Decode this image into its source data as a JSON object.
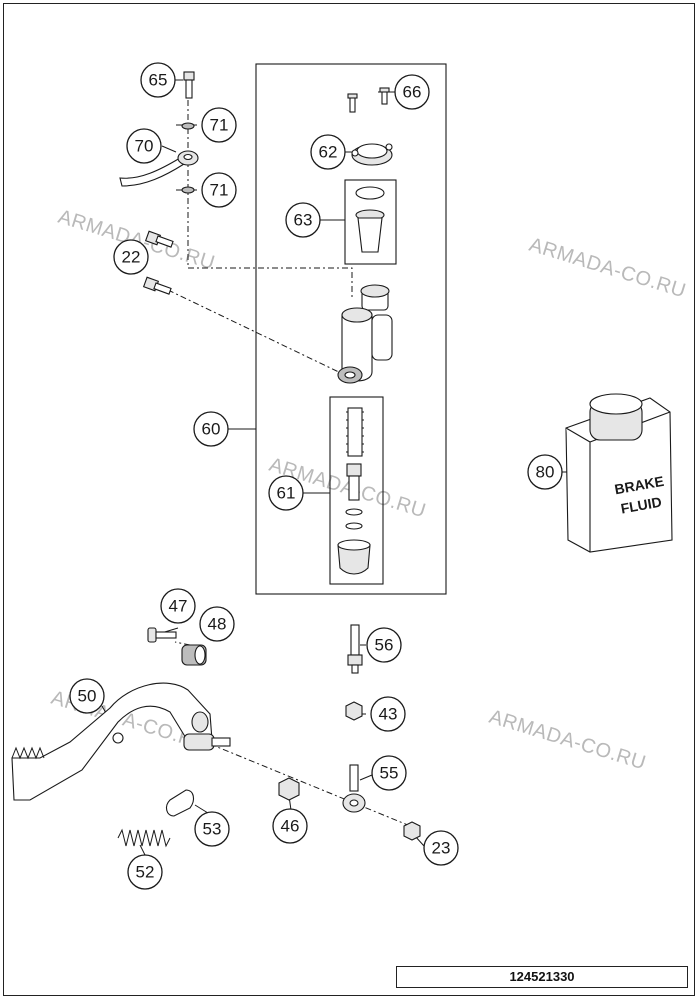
{
  "callouts": {
    "c65": "65",
    "c66": "66",
    "c71a": "71",
    "c70": "70",
    "c71b": "71",
    "c62": "62",
    "c63": "63",
    "c22": "22",
    "c60": "60",
    "c61": "61",
    "c80": "80",
    "c47": "47",
    "c48": "48",
    "c56": "56",
    "c50": "50",
    "c43": "43",
    "c55": "55",
    "c53": "53",
    "c46": "46",
    "c23": "23",
    "c52": "52"
  },
  "watermark": "ARMADA-CO.RU",
  "bottle": {
    "line1": "BRAKE",
    "line2": "FLUID"
  },
  "drawing_number": "124521330",
  "colors": {
    "ink": "#1a1a1a",
    "watermark": "#b9b9b9",
    "paper": "#ffffff"
  }
}
